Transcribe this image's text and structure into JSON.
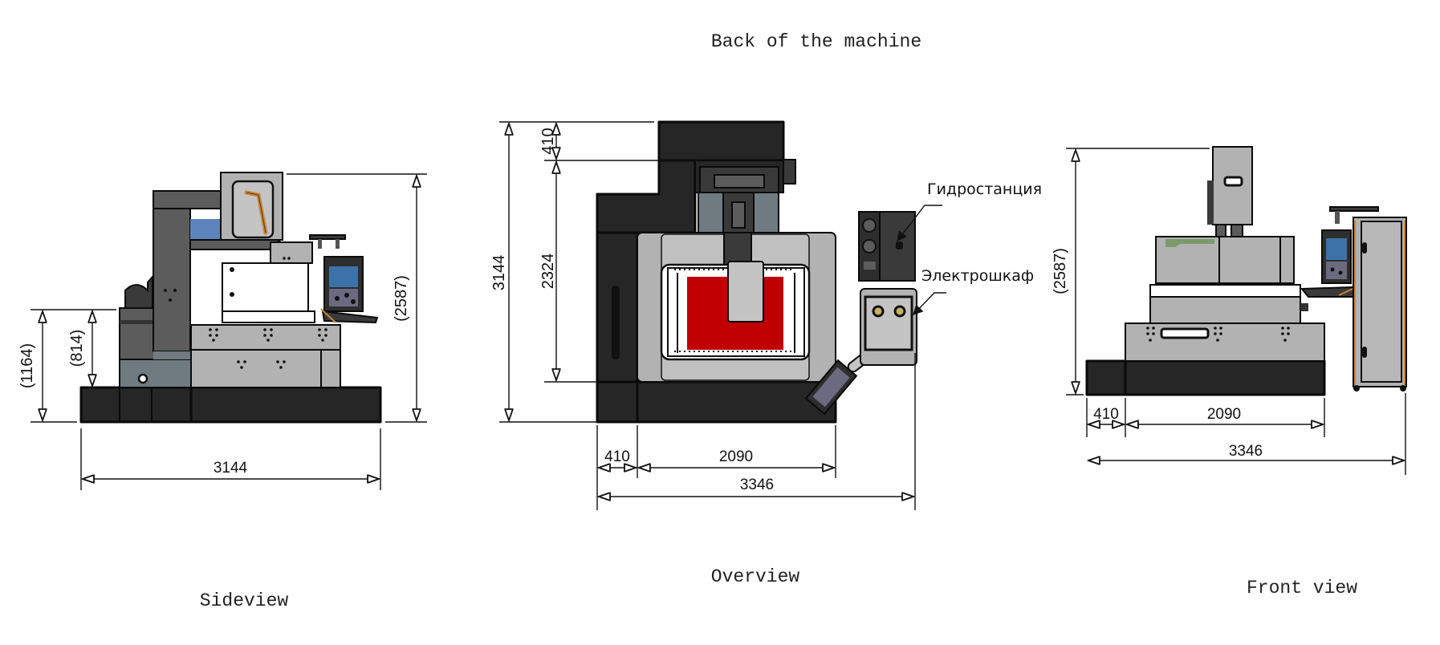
{
  "title": "Back of the machine",
  "views": {
    "side": {
      "label": "Sideview",
      "dimensions": {
        "width": "3144",
        "height_total": "(2587)",
        "height_table": "(1164)",
        "height_base": "(814)"
      }
    },
    "overview": {
      "label": "Overview",
      "dimensions": {
        "height_total": "3144",
        "height_top": "410",
        "height_main": "2324",
        "width_left": "410",
        "width_main": "2090",
        "width_total": "3346"
      },
      "callouts": [
        {
          "label": "Гидростанция",
          "meaning": "Hydraulic station"
        },
        {
          "label": "Электрошкаф",
          "meaning": "Electrical cabinet"
        }
      ]
    },
    "front": {
      "label": "Front view",
      "dimensions": {
        "height_total": "(2587)",
        "width_left": "410",
        "width_main": "2090",
        "width_total": "3346"
      }
    }
  },
  "colors": {
    "base_dark": "#262626",
    "body_dark": "#3a3a3a",
    "panel_gray": "#b2b2b2",
    "panel_mid": "#5c5c5c",
    "slate": "#6f7b80",
    "accent_blue": "#5c83bb",
    "screen_blue": "#3d72a8",
    "tank_red": "#c00000",
    "handle_orange": "#c8843a",
    "keypad": "#6c6a80",
    "green_tab": "#7a9a6a"
  }
}
